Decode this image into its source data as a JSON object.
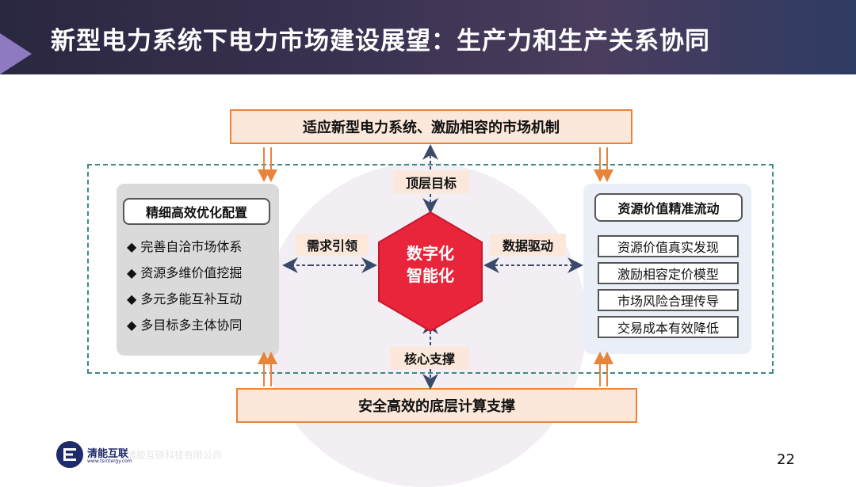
{
  "title": "新型电力系统下电力市场建设展望：生产力和生产关系协同",
  "top_box": "适应新型电力系统、激励相容的市场机制",
  "bottom_box": "安全高效的底层计算支撑",
  "center": {
    "line1": "数字化",
    "line2": "智能化"
  },
  "labels": {
    "top": "顶层目标",
    "bottom": "核心支撑",
    "left": "需求引领",
    "right": "数据驱动"
  },
  "left_panel": {
    "title": "精细高效优化配置",
    "bullet": "◆",
    "items": [
      "完善自洽市场体系",
      "资源多维价值挖掘",
      "多元多能互补互动",
      "多目标多主体协同"
    ]
  },
  "right_panel": {
    "title": "资源价值精准流动",
    "items": [
      "资源价值真实发现",
      "激励相容定价模型",
      "市场风险合理传导",
      "交易成本有效降低"
    ]
  },
  "footer": {
    "logo_text": "清能互联",
    "logo_sub": "www.tsintergy.com",
    "company": "清能互联科技有限公司",
    "page": "22"
  },
  "colors": {
    "orange": "#e8833a",
    "teal": "#3b8a87",
    "hex": "#e8253a",
    "box_fill": "#fbe8da",
    "dash_arrow": "#3a4a6a"
  }
}
